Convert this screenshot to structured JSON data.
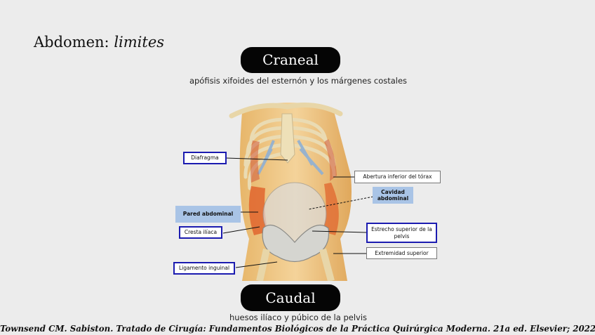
{
  "slide": {
    "title_main": "Abdomen:",
    "title_italic": "limites",
    "cranial_label": "Craneal",
    "cranial_desc": "apófisis xifoides del esternón y los márgenes costales",
    "caudal_label": "Caudal",
    "caudal_desc": "huesos ilíaco y púbico de la pelvis",
    "citation": "Townsend CM. Sabiston. Tratado de Cirugía: Fundamentos Biológicos de la Práctica Quirúrgica Moderna. 21a ed. Elsevier; 2022."
  },
  "figure": {
    "labels": {
      "diafragma": "Diafragma",
      "abertura": "Abertura inferior del tórax",
      "cavidad": "Cavidad abdominal",
      "pared": "Pared abdominal",
      "cresta": "Cresta ilíaca",
      "estrecho": "Estrecho superior de la pelvis",
      "extremidad": "Extremidad superior",
      "ligamento": "Ligamento inguinal"
    }
  },
  "colors": {
    "pill_bg": "#050505",
    "label_border": "#1b1bb0",
    "label_fill": "#a9c4e6",
    "background": "#ececec"
  }
}
